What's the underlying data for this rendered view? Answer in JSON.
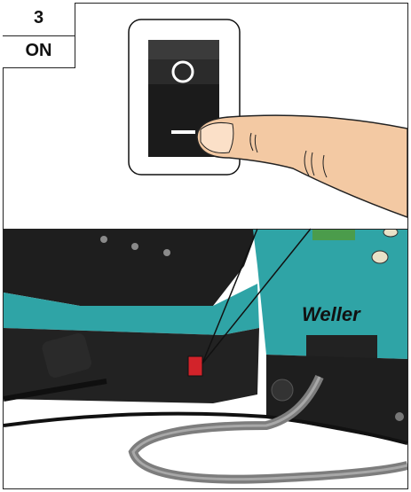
{
  "step": {
    "number": "3",
    "label": "ON"
  },
  "switch": {
    "off_symbol": "O",
    "on_symbol": "I"
  },
  "brand": {
    "text": "Weller"
  },
  "colors": {
    "housing_teal": "#2fa4a6",
    "housing_dark": "#1c1c1c",
    "switch_red": "#d2232a"
  }
}
